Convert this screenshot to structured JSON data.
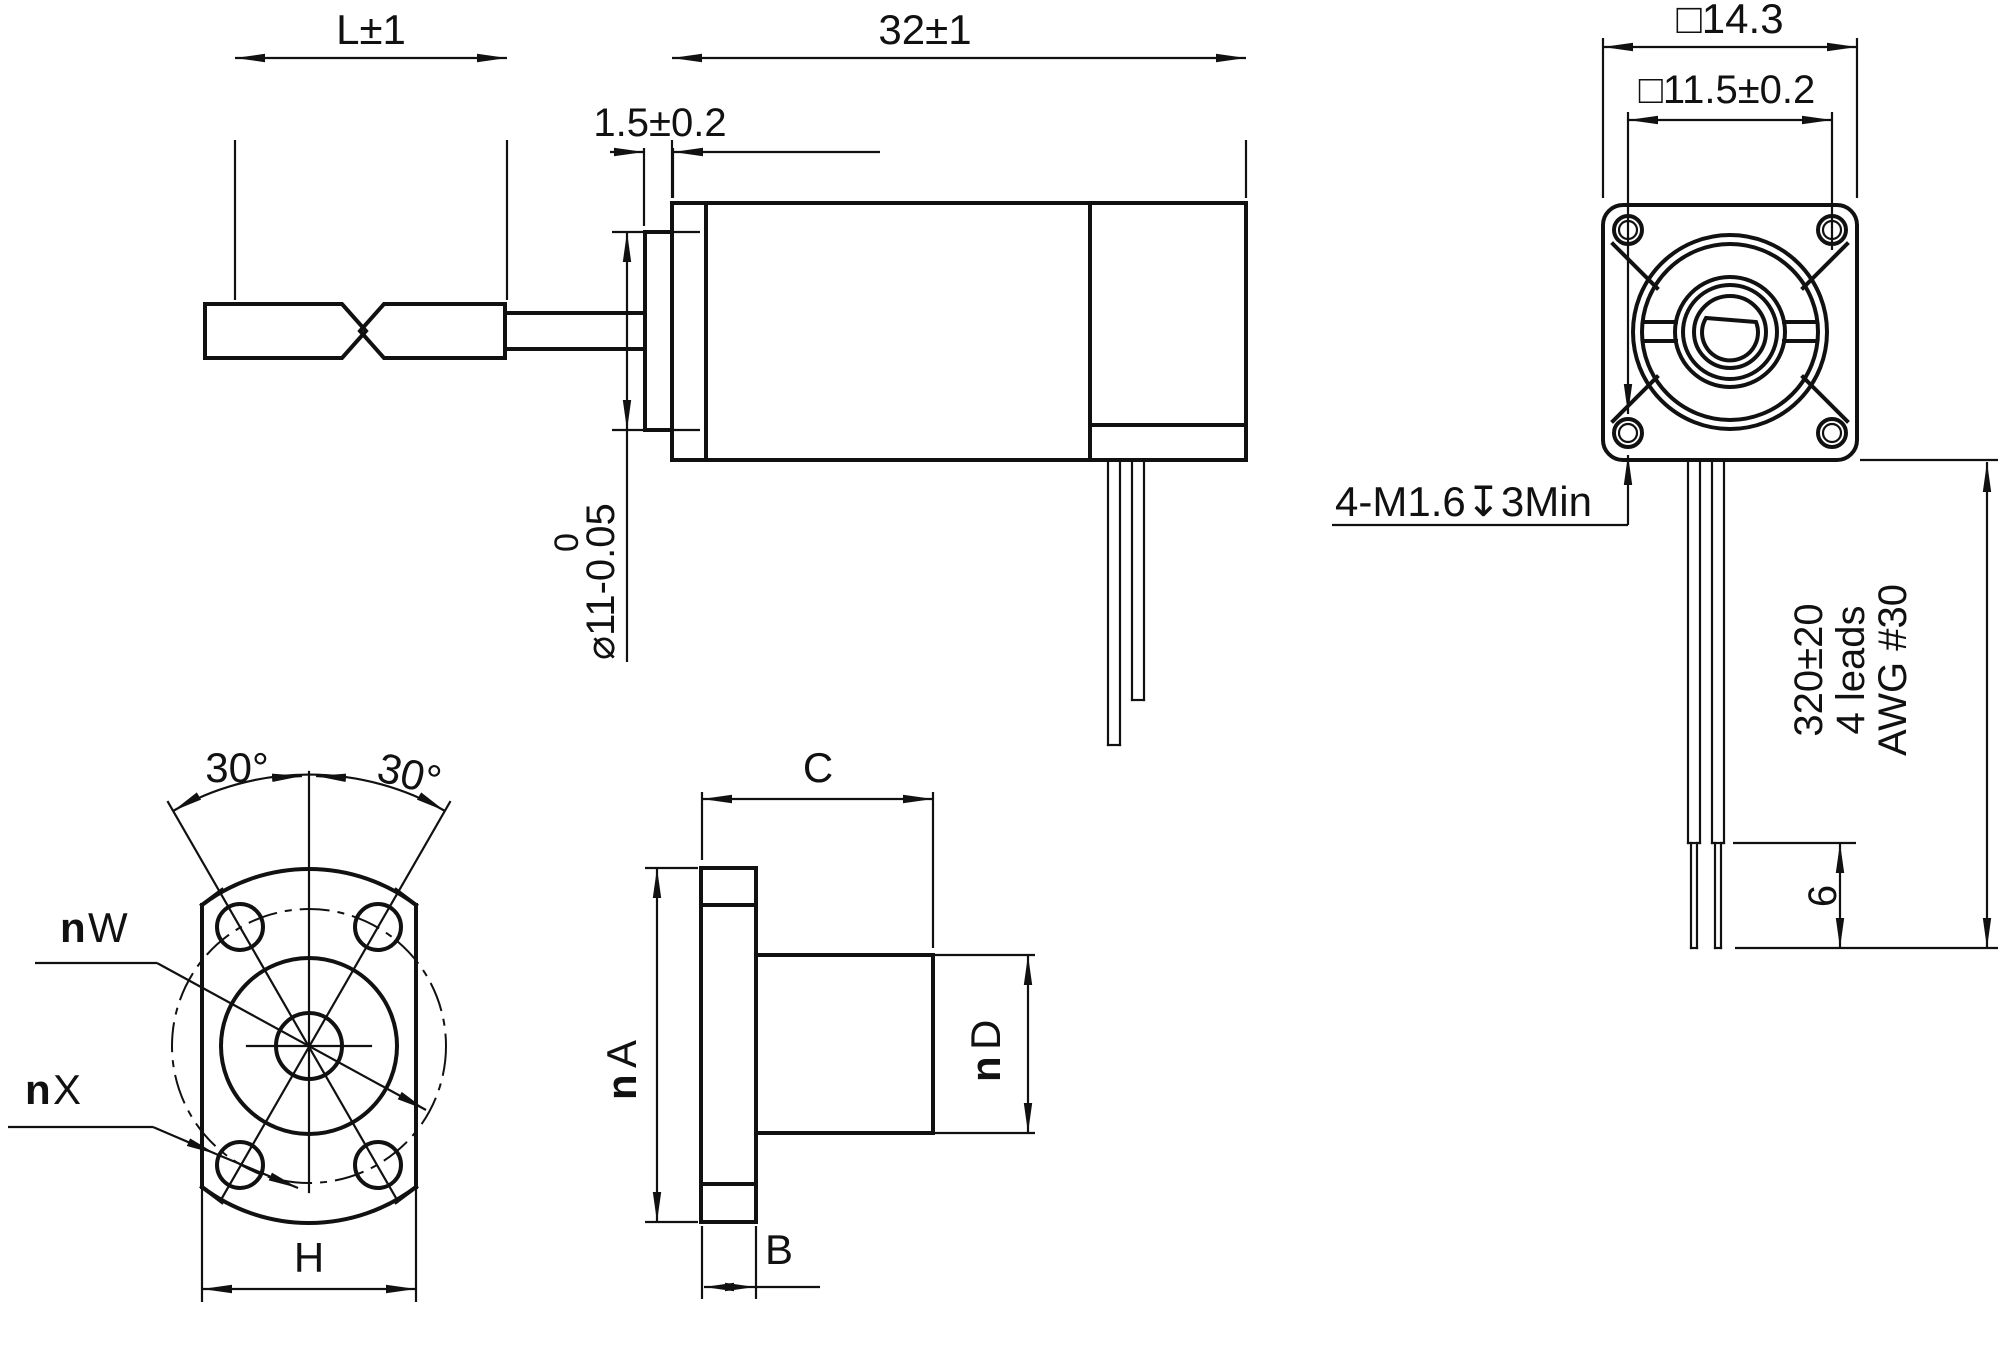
{
  "colors": {
    "line": "#111111",
    "background": "#ffffff"
  },
  "side_view": {
    "screw_length_label": "L±1",
    "motor_length_label": "32±1",
    "pilot_length_label": "1.5±0.2",
    "pilot_diameter_label": "⌀11-0.05",
    "pilot_diameter_tolerance_upper": "0"
  },
  "front_view": {
    "flange_size_label": "□14.3",
    "hole_pitch_label": "□11.5±0.2",
    "mounting_thread_label": "4-M1.6↧3Min",
    "lead_wire_length_label": "320±20",
    "lead_count_label": "4 leads",
    "wire_gauge_label": "AWG #30",
    "strip_length_label": "6"
  },
  "nut_front_view": {
    "angle_left_label": "30°",
    "angle_right_label": "30°",
    "prefix_n": "n",
    "bolt_circle_letter": "W",
    "hole_diameter_letter": "X",
    "across_flats_label": "H"
  },
  "nut_side_view": {
    "prefix_n": "n",
    "flange_diameter_letter": "A",
    "body_diameter_letter": "D",
    "length_label": "C",
    "thickness_label": "B"
  }
}
